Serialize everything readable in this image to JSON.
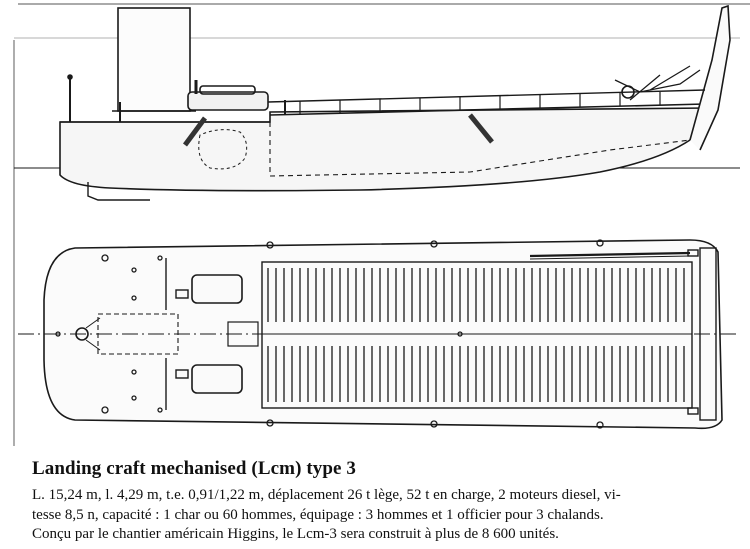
{
  "caption": {
    "title": "Landing craft mechanised (Lcm) type 3",
    "lines": [
      "L. 15,24 m, l. 4,29 m, t.e. 0,91/1,22 m, déplacement 26 t lège, 52 t en charge, 2 moteurs diesel, vi-",
      "tesse 8,5 n, capacité : 1 char ou 60 hommes, équipage : 3 hommes et 1 officier pour 3 chalands.",
      "Conçu par le chantier américain Higgins, le Lcm-3 sera construit à plus de 8 600 unités."
    ]
  },
  "drawing": {
    "views": [
      "side-elevation",
      "plan-view"
    ],
    "colors": {
      "line": "#1a1a1a",
      "paper": "#ffffff",
      "hull_fill": "#f4f4f4"
    }
  }
}
